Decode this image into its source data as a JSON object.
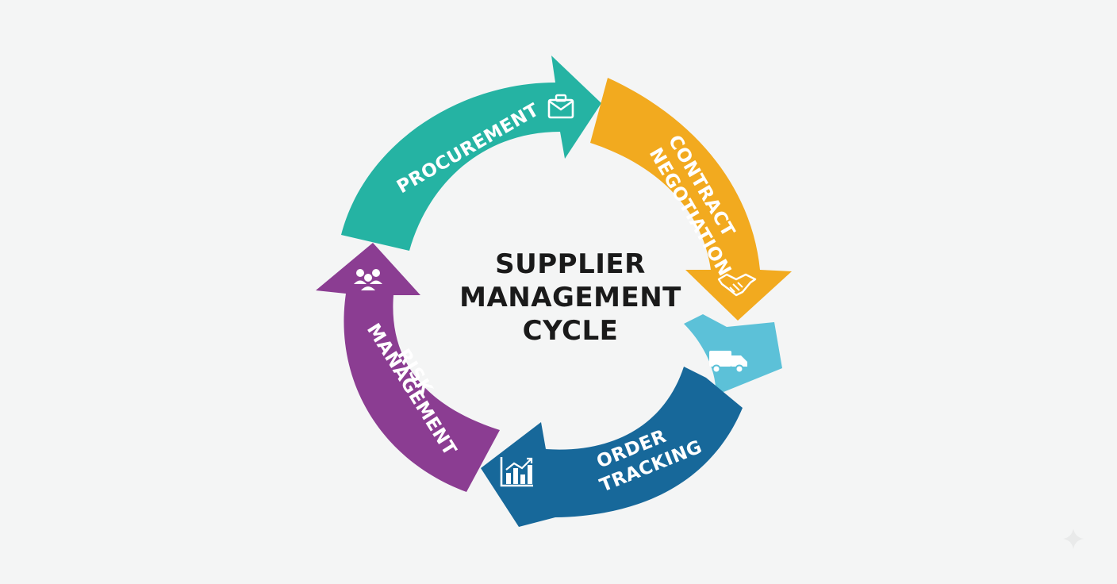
{
  "center_title": {
    "line1": "SUPPLIER",
    "line2": "MANAGEMENT",
    "line3": "CYCLE"
  },
  "segments": [
    {
      "id": "procurement",
      "lines": [
        "PROCUREMENT"
      ],
      "color": "#25b3a3",
      "icon": "briefcase-icon"
    },
    {
      "id": "contract-negotiation",
      "lines": [
        "CONTRACT",
        "NEGOTIATION"
      ],
      "color": "#f2aa1f",
      "icon": "handshake-icon"
    },
    {
      "id": "delivery",
      "lines": [],
      "color": "#5cc1d8",
      "icon": "truck-icon"
    },
    {
      "id": "order-tracking",
      "lines": [
        "ORDER",
        "TRACKING"
      ],
      "color": "#17689a",
      "icon": "bar-chart-icon"
    },
    {
      "id": "risk-management",
      "lines": [
        "RISK",
        "MANAGEMENT"
      ],
      "color": "#8b3d92",
      "icon": "people-icon"
    }
  ],
  "colors": {
    "background": "#f4f5f5",
    "title": "#1a1a1a",
    "icon": "#ffffff"
  }
}
